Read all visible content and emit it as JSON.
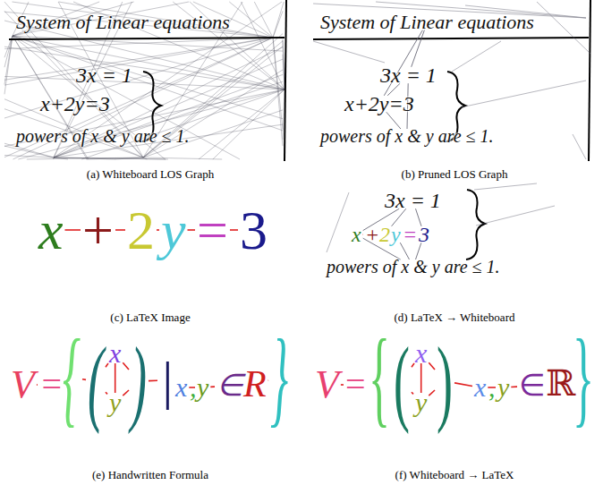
{
  "diagram": {
    "labels": [
      "(a) Whiteboard LOS Graph",
      "(b) Pruned LOS Graph",
      "(c) LaTeX Image",
      "(d) LaTeX → Whiteboard",
      "(e) Handwritten Formula",
      "(f) Whiteboard → LaTeX",
      "System of Linear equations",
      "3x = 1",
      "x+2y=3",
      "powers of x & y are ≤ 1.",
      "System of Linear equations",
      "3x = 1",
      "x+2y=3",
      "powers of x & y are ≤ 1.",
      "x",
      "+",
      "2",
      "y",
      "=",
      "3",
      "3x = 1",
      "x",
      "+",
      "2",
      "y",
      "=",
      "3",
      "powers of x & y are ≤ 1.",
      "V",
      "=",
      "{",
      "(",
      "x",
      "y",
      ")",
      "|",
      "x",
      ",",
      "y",
      "∈",
      "R",
      "}",
      "V",
      "=",
      "{",
      "(",
      "x",
      "y",
      ")",
      "x",
      ",",
      "y",
      "∈",
      "ℝ",
      "}"
    ]
  }
}
